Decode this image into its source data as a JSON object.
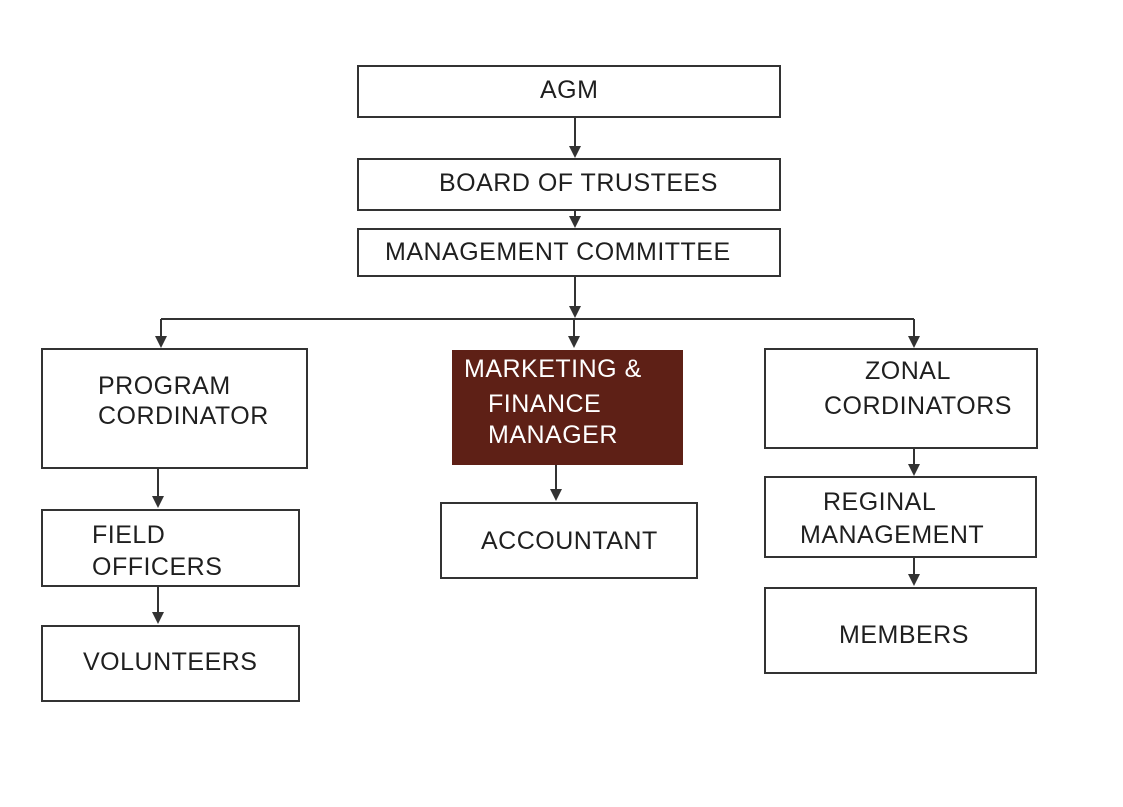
{
  "org_chart": {
    "agm": {
      "label": "AGM"
    },
    "board": {
      "label": "BOARD OF TRUSTEES"
    },
    "management": {
      "label": "MANAGEMENT  COMMITTEE"
    },
    "program": {
      "lines": [
        "PROGRAM",
        "CORDINATOR"
      ]
    },
    "marketing": {
      "lines": [
        "MARKETING &",
        "FINANCE",
        "MANAGER"
      ]
    },
    "zonal": {
      "lines": [
        "ZONAL",
        "CORDINATORS"
      ]
    },
    "field": {
      "lines": [
        "FIELD",
        "OFFICERS"
      ]
    },
    "volunteers": {
      "label": "VOLUNTEERS"
    },
    "accountant": {
      "label": "ACCOUNTANT"
    },
    "regional": {
      "lines": [
        "REGINAL",
        "MANAGEMENT"
      ]
    },
    "members": {
      "label": "MEMBERS"
    }
  },
  "colors": {
    "highlight_fill": "#5e2016",
    "line": "#333333"
  }
}
